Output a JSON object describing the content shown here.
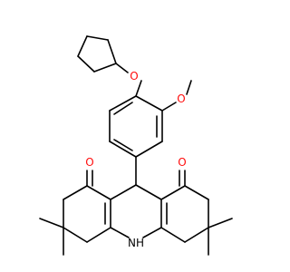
{
  "molecule": {
    "atoms": [
      {
        "id": "O_ether_cp",
        "label": "O",
        "color": "#ff0d0d"
      },
      {
        "id": "O_methoxy",
        "label": "O",
        "color": "#ff0d0d"
      },
      {
        "id": "O_ketone_left",
        "label": "O",
        "color": "#ff0d0d"
      },
      {
        "id": "O_ketone_right",
        "label": "O",
        "color": "#ff0d0d"
      },
      {
        "id": "N_amine",
        "label": "NH",
        "color": "#000000"
      }
    ],
    "bond_color": "#000000"
  }
}
